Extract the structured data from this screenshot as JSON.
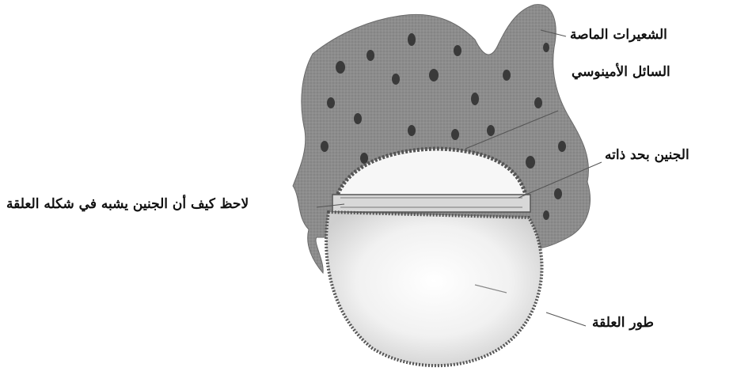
{
  "labels": {
    "villi": "الشعيرات الماصة",
    "amniotic_fluid": "السائل الأمينوسي",
    "embryo_proper": "الجنين بحد ذاته",
    "note_leech_shape": "لاحظ كيف أن الجنين يشبه في شكله العلقة",
    "leech_stage": "طور العلقة"
  },
  "colors": {
    "tissue": "#8f8f8f",
    "tissue_dark": "#6e6e6e",
    "cell_spot": "#3a3a3a",
    "sac_fill": "#f4f4f4",
    "line": "#444444"
  }
}
